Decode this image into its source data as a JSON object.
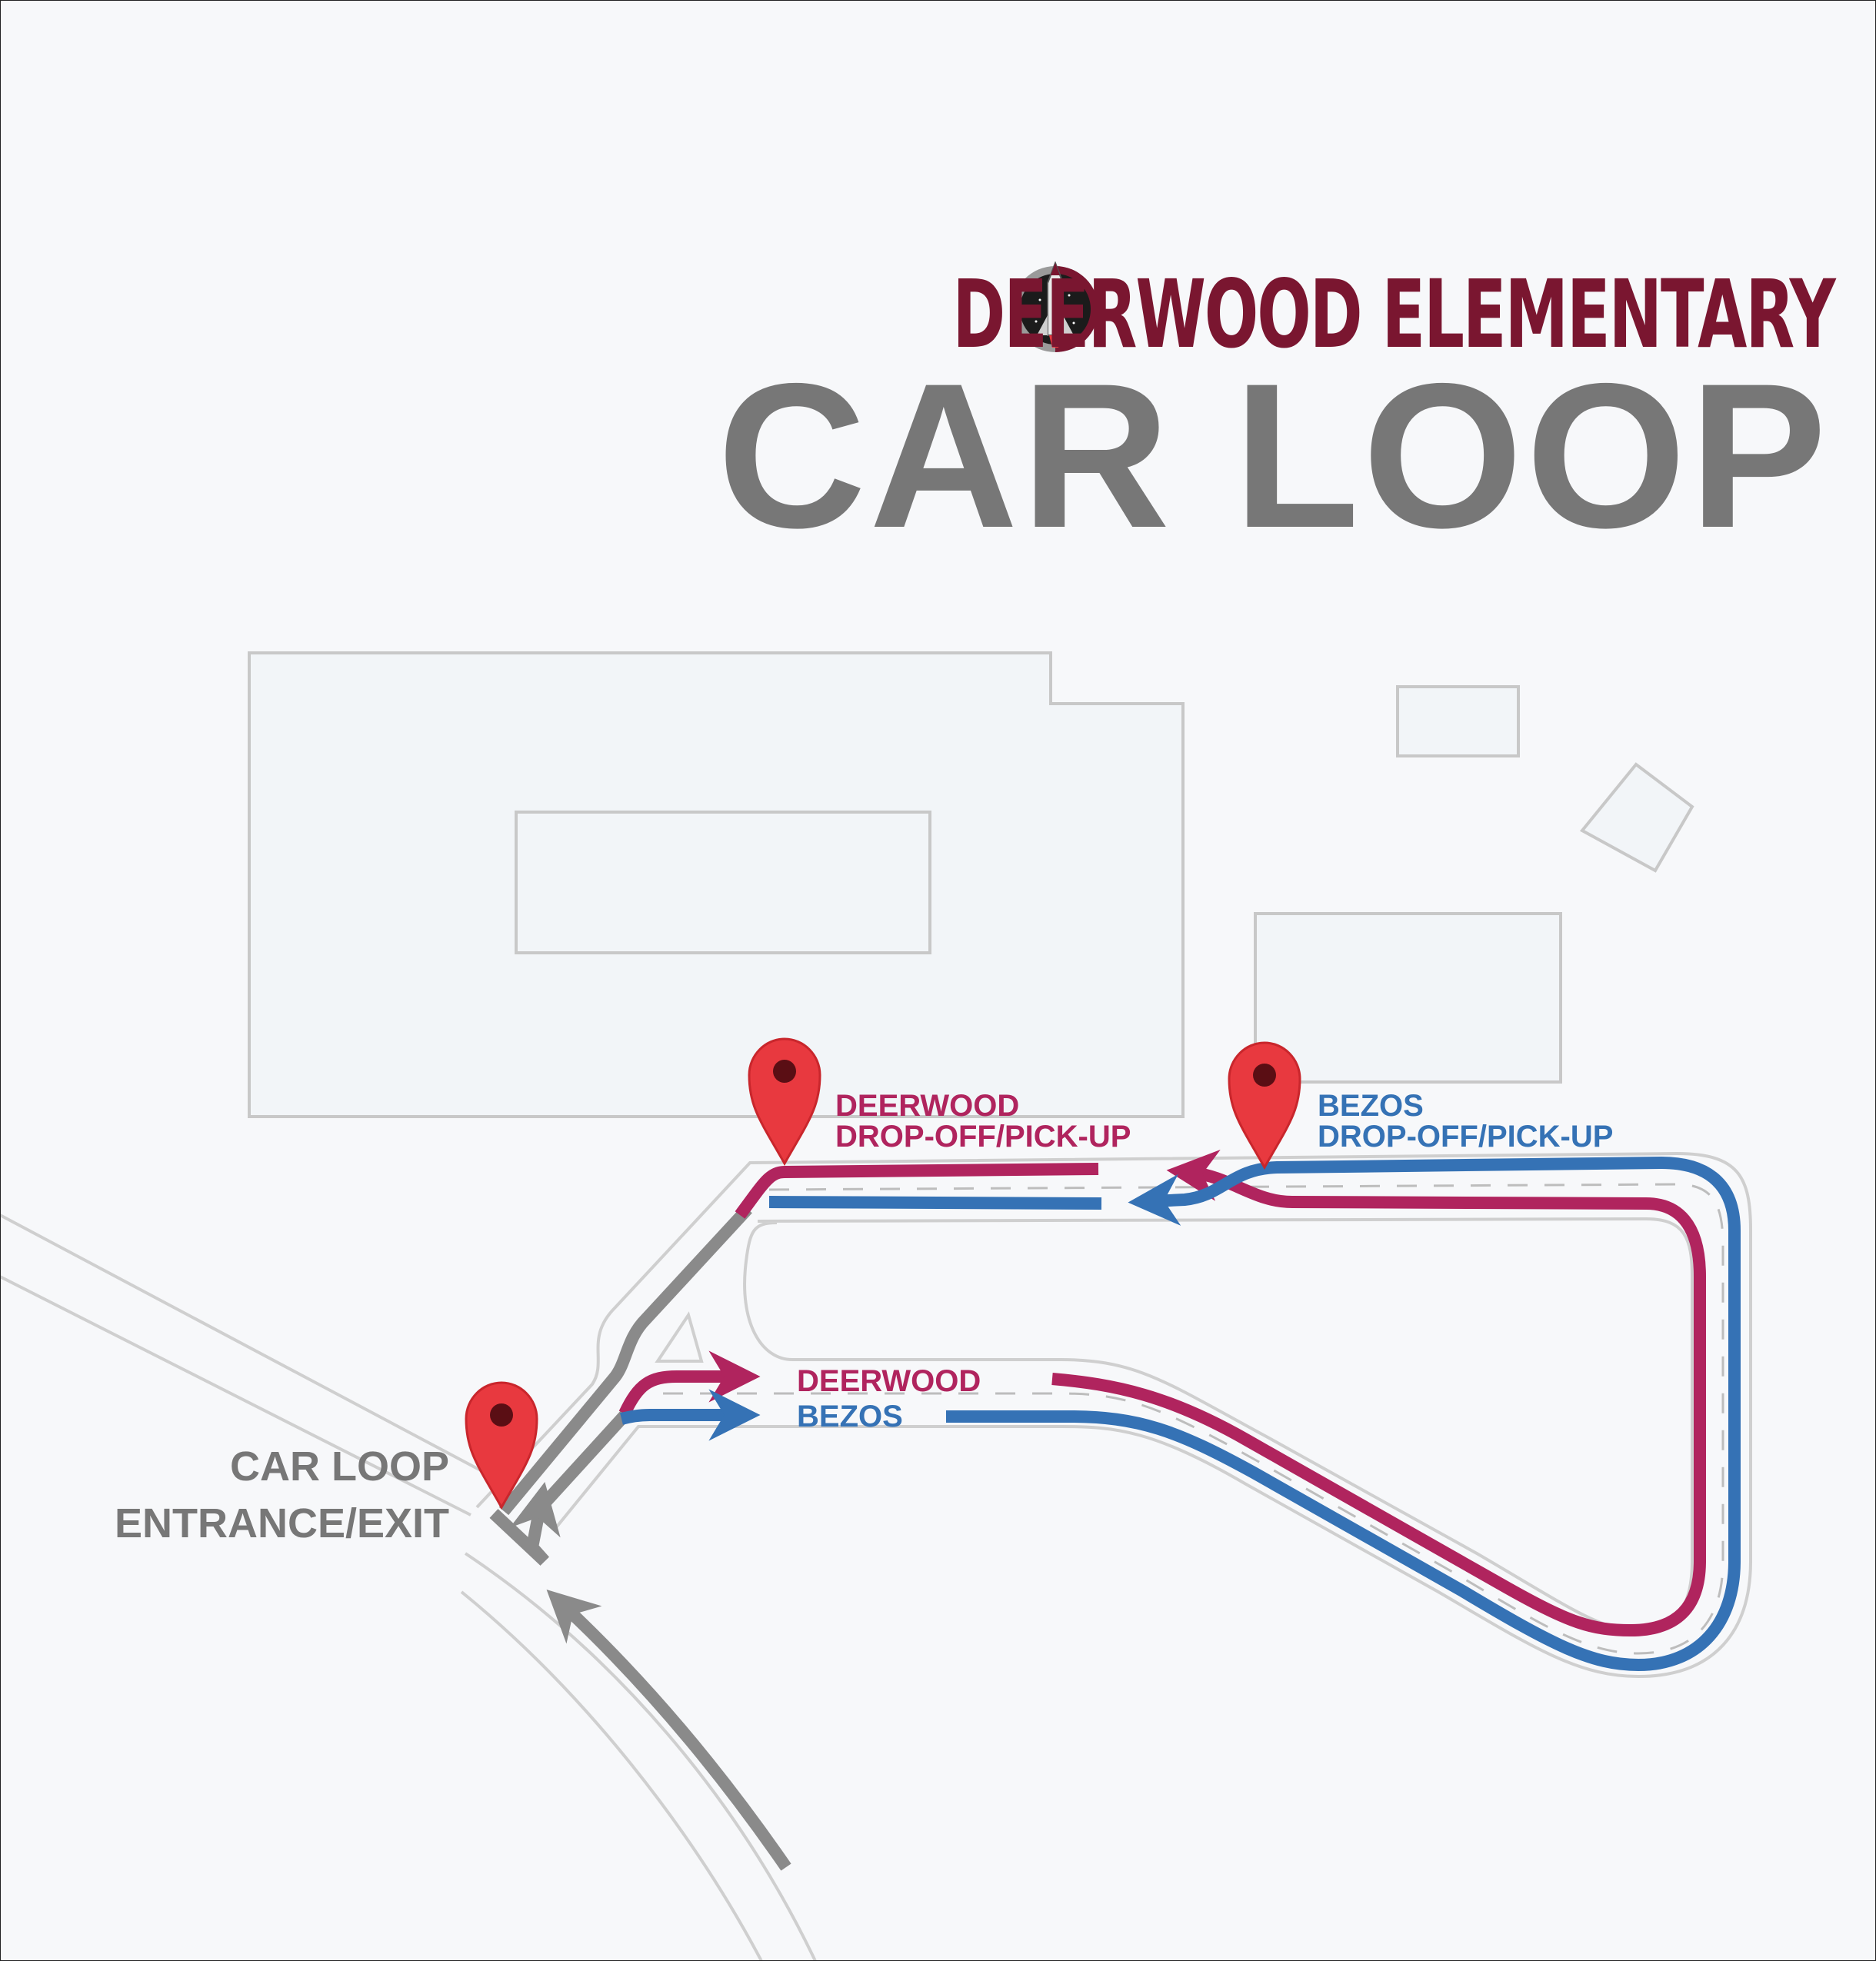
{
  "header": {
    "school_name": "DEERWOOD ELEMENTARY",
    "title": "CAR LOOP"
  },
  "logo": {
    "icon": "rocket-shuttle-logo"
  },
  "labels": {
    "deerwood_stop_line1": "DEERWOOD",
    "deerwood_stop_line2": "DROP-OFF/PICK-UP",
    "bezos_stop_line1": "BEZOS",
    "bezos_stop_line2": "DROP-OFF/PICK-UP",
    "lane_deerwood": "DEERWOOD",
    "lane_bezos": "BEZOS",
    "entrance_line1": "CAR LOOP",
    "entrance_line2": "ENTRANCE/EXIT"
  },
  "colors": {
    "deerwood": "#b0245e",
    "bezos": "#3572b5",
    "route_gray": "#8a8a8a",
    "pin": "#e8393f",
    "school_title": "#7a1630"
  }
}
